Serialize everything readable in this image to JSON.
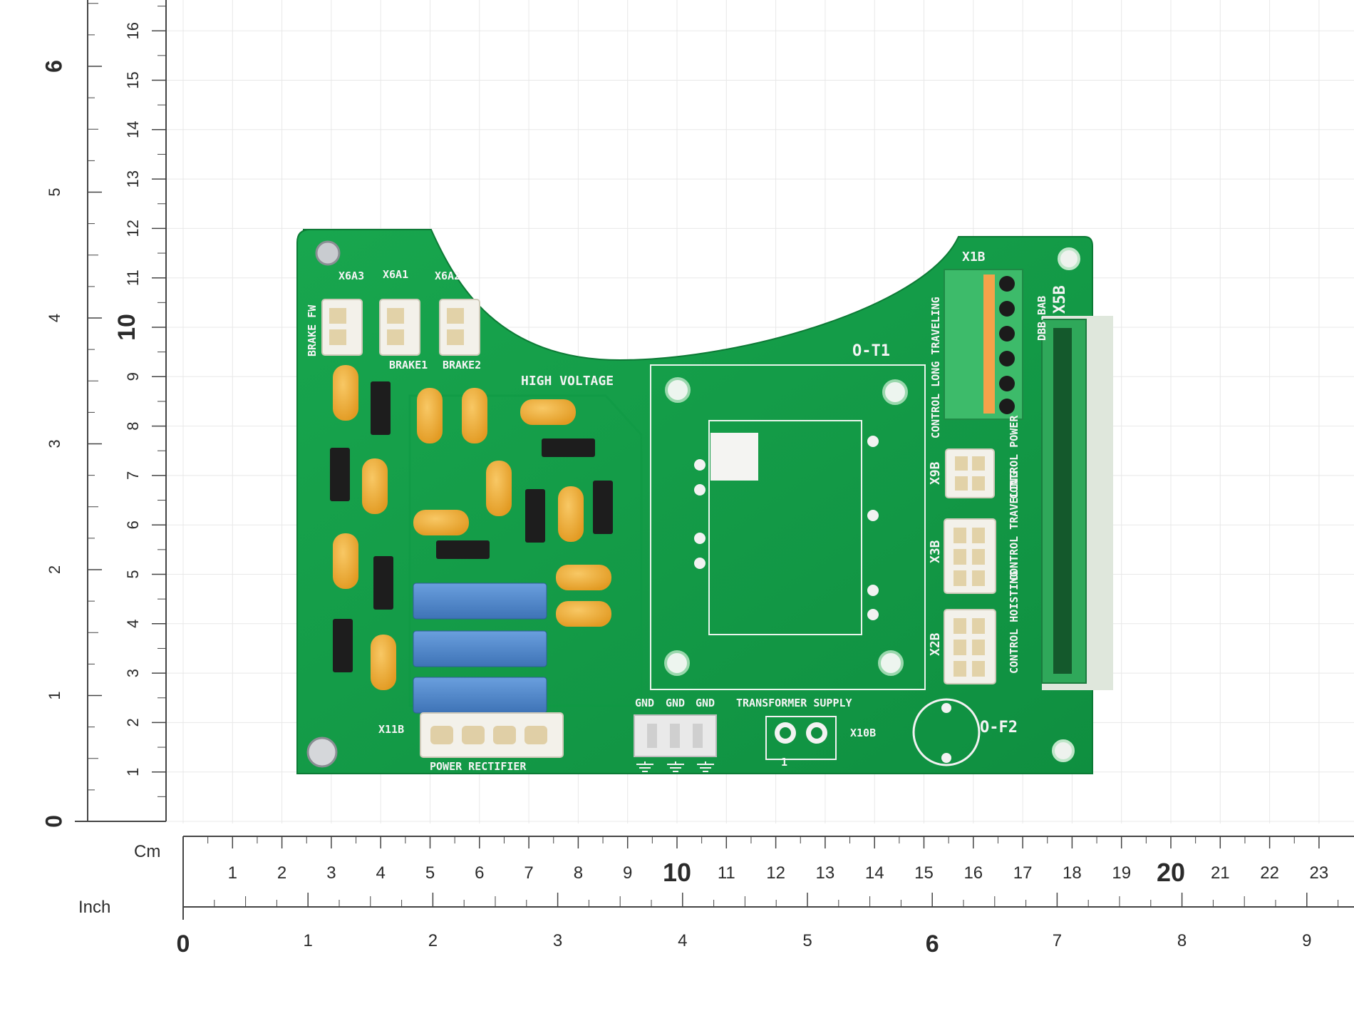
{
  "ruler": {
    "cm_unit": "Cm",
    "inch_unit": "Inch",
    "cm_ticks_h": [
      "1",
      "2",
      "3",
      "4",
      "5",
      "6",
      "7",
      "8",
      "9",
      "10",
      "11",
      "12",
      "13",
      "14",
      "15",
      "16",
      "17",
      "18",
      "19",
      "20",
      "21",
      "22",
      "23"
    ],
    "inch_ticks_h": [
      "0",
      "1",
      "2",
      "3",
      "4",
      "5",
      "6",
      "7",
      "8",
      "9"
    ],
    "cm_ticks_v": [
      "1",
      "2",
      "3",
      "4",
      "5",
      "6",
      "7",
      "8",
      "9",
      "10",
      "11",
      "12",
      "13",
      "14",
      "15",
      "16"
    ],
    "inch_ticks_v": [
      "0",
      "1",
      "2",
      "3",
      "4",
      "5",
      "6"
    ]
  },
  "pcb": {
    "connectors": {
      "x6a3": "X6A3",
      "x6a1": "X6A1",
      "x6a2": "X6A2",
      "x1b": "X1B",
      "x5b": "X5B",
      "x9b": "X9B",
      "x3b": "X3B",
      "x2b": "X2B",
      "x11b": "X11B",
      "x10b": "X10B"
    },
    "labels": {
      "brake_fw": "BRAKE FW",
      "brake1": "BRAKE1",
      "brake2": "BRAKE2",
      "high_voltage": "HIGH VOLTAGE",
      "o_t1": "O-T1",
      "o_f2": "O-F2",
      "control_long_traveling": "CONTROL LONG TRAVELING",
      "dbb_bab": "DBB-BAB",
      "control_power": "CONTROL POWER",
      "control_traveling": "CONTROL TRAVELING",
      "control_hoisting": "CONTROL HOISTING",
      "gnd1": "GND",
      "gnd2": "GND",
      "gnd3": "GND",
      "transformer_supply": "TRANSFORMER SUPPLY",
      "power_rectifier": "POWER RECTIFIER",
      "pin1": "1"
    }
  },
  "colors": {
    "pcb_green": "#14a04a",
    "capacitor_yellow": "#f2b23a",
    "film_cap_blue": "#4f86c9",
    "connector_white": "#f3f1ea",
    "terminal_orange": "#f5a24a",
    "ruler_line": "#444444",
    "grid": "#e6e6e6"
  }
}
